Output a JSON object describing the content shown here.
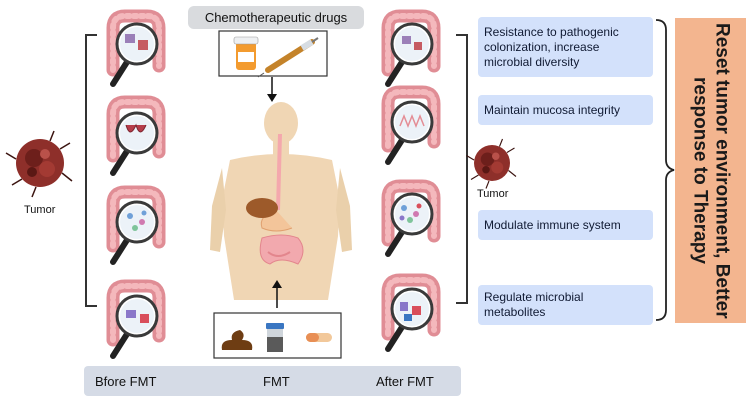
{
  "header": {
    "drugs_label": "Chemotherapeutic drugs"
  },
  "left": {
    "tumor_label": "Tumor"
  },
  "right": {
    "tumor_label": "Tumor"
  },
  "effects": [
    {
      "label": "Resistance to pathogenic colonization, increase microbial diversity"
    },
    {
      "label": "Maintain mucosa integrity"
    },
    {
      "label": "Modulate immune system"
    },
    {
      "label": "Regulate microbial metabolites"
    }
  ],
  "outcome": {
    "label": "Reset tumor environment, Better response to Therapy"
  },
  "flow": {
    "before": "Bfore FMT",
    "middle": "FMT",
    "after": "After FMT"
  },
  "colors": {
    "effect_box": "#d3e1fb",
    "outcome_box": "#f3b58f",
    "header_pill": "#d9dbde",
    "flow_bar": "#d5dbe6",
    "intestine": "#e89aa0",
    "tumor": "#8e2f2a"
  },
  "icons": [
    "tumor-icon",
    "intestine-icon",
    "magnifier-icon",
    "pill-bottle-icon",
    "syringe-icon",
    "human-body-icon",
    "stool-icon",
    "specimen-cup-icon",
    "capsule-icon"
  ]
}
